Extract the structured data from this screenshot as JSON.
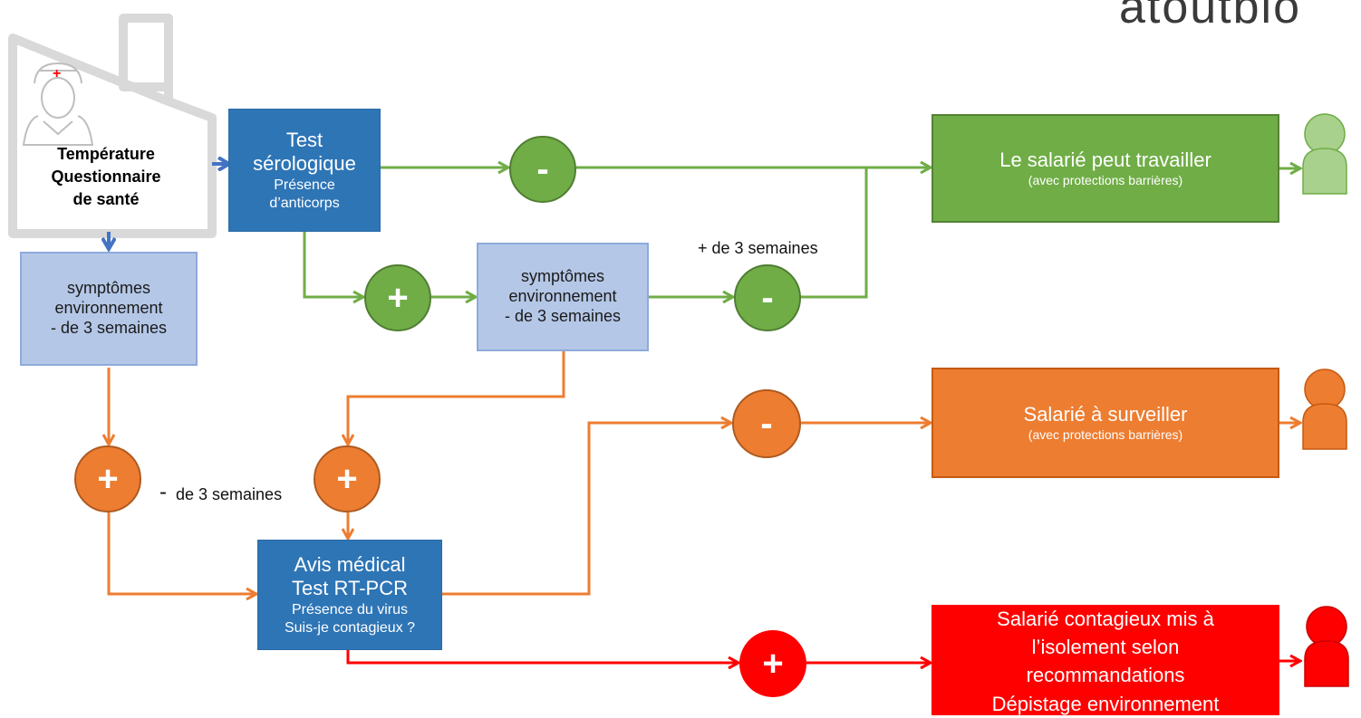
{
  "logo": {
    "text": "atoutbio"
  },
  "house": {
    "lines": [
      "Température",
      "Questionnaire",
      "de santé"
    ]
  },
  "nodes": {
    "test_serologique": {
      "title1": "Test",
      "title2": "sérologique",
      "sub1": "Présence",
      "sub2": "d’anticorps"
    },
    "symptomes_left": {
      "line1": "symptômes",
      "line2": "environnement",
      "line3": "- de 3 semaines"
    },
    "symptomes_mid": {
      "line1": "symptômes",
      "line2": "environnement",
      "line3": "- de 3 semaines"
    },
    "avis_medical": {
      "line1": "Avis médical",
      "line2": "Test  RT-PCR",
      "line3": "Présence du virus",
      "line4": "Suis-je contagieux ?"
    },
    "peut_travailler": {
      "title": "Le salarié peut travailler",
      "sub": "(avec protections barrières)"
    },
    "a_surveiller": {
      "title": "Salarié à surveiller",
      "sub": "(avec protections barrières)"
    },
    "contagieux": {
      "line1": "Salarié contagieux mis à",
      "line2": "l’isolement selon",
      "line3": "recommandations",
      "line4": "Dépistage environnement"
    }
  },
  "signs": {
    "minus": "-",
    "plus": "+"
  },
  "labels": {
    "plus_3_semaines": "+ de 3 semaines",
    "moins_3_semaines": "de 3 semaines",
    "moins_dash": "-"
  },
  "colors": {
    "blue": "#2e75b6",
    "light_blue": "#b4c7e7",
    "green": "#70ad47",
    "orange": "#ed7d31",
    "red": "#ff0000",
    "arrow_blue": "#4472c4"
  }
}
